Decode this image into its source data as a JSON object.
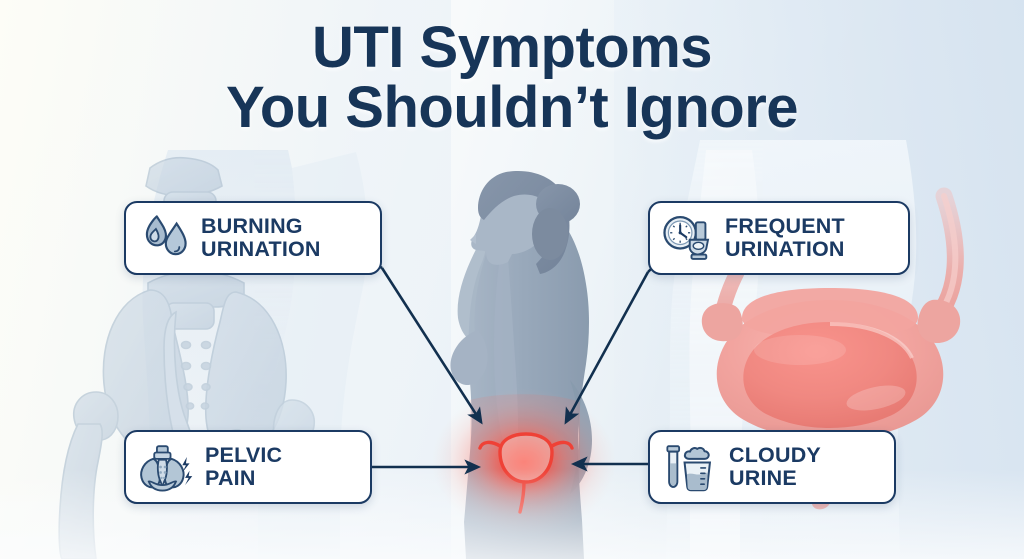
{
  "title": {
    "line1": "UTI Symptoms",
    "line2": "You Shouldn’t Ignore"
  },
  "colors": {
    "navy": "#1b3a63",
    "title_navy": "#173558",
    "icon_blue_gray": "#9fb4c9",
    "icon_outline": "#2a4a70",
    "bladder_pink": "#e8a0a0",
    "bladder_red": "#e8504a",
    "glow_red": "#f4443a",
    "body_gray": "#8c9cb0",
    "bone_gray": "#c3d0dd",
    "bg_left": "#fdfdf7",
    "bg_right": "#d8e4ef"
  },
  "symptoms": [
    {
      "id": "burning",
      "label": "Burning\nUrination",
      "icon": "flame-droplet-icon",
      "position": "top-left"
    },
    {
      "id": "frequent",
      "label": "Frequent\nUrination",
      "icon": "clock-toilet-icon",
      "position": "top-right"
    },
    {
      "id": "pelvic",
      "label": "Pelvic\nPain",
      "icon": "pelvis-lightning-icon",
      "position": "bottom-left"
    },
    {
      "id": "cloudy",
      "label": "Cloudy\nUrine",
      "icon": "testtube-cloud-beaker-icon",
      "position": "bottom-right"
    }
  ],
  "illustrations": {
    "center_figure": "female-body-profile-silhouette",
    "center_highlight": "inflamed-bladder-glow",
    "left_background": "pelvis-hip-bone-anatomy",
    "right_background": "bladder-ureters-anatomy"
  },
  "connectors": [
    {
      "from": "burning",
      "to": "center_highlight",
      "kind": "arrow-diagonal-down-right"
    },
    {
      "from": "frequent",
      "to": "center_highlight",
      "kind": "arrow-diagonal-down-left"
    },
    {
      "from": "pelvic",
      "to": "center_highlight",
      "kind": "arrow-horizontal-right"
    },
    {
      "from": "cloudy",
      "to": "center_highlight",
      "kind": "arrow-horizontal-left"
    }
  ]
}
